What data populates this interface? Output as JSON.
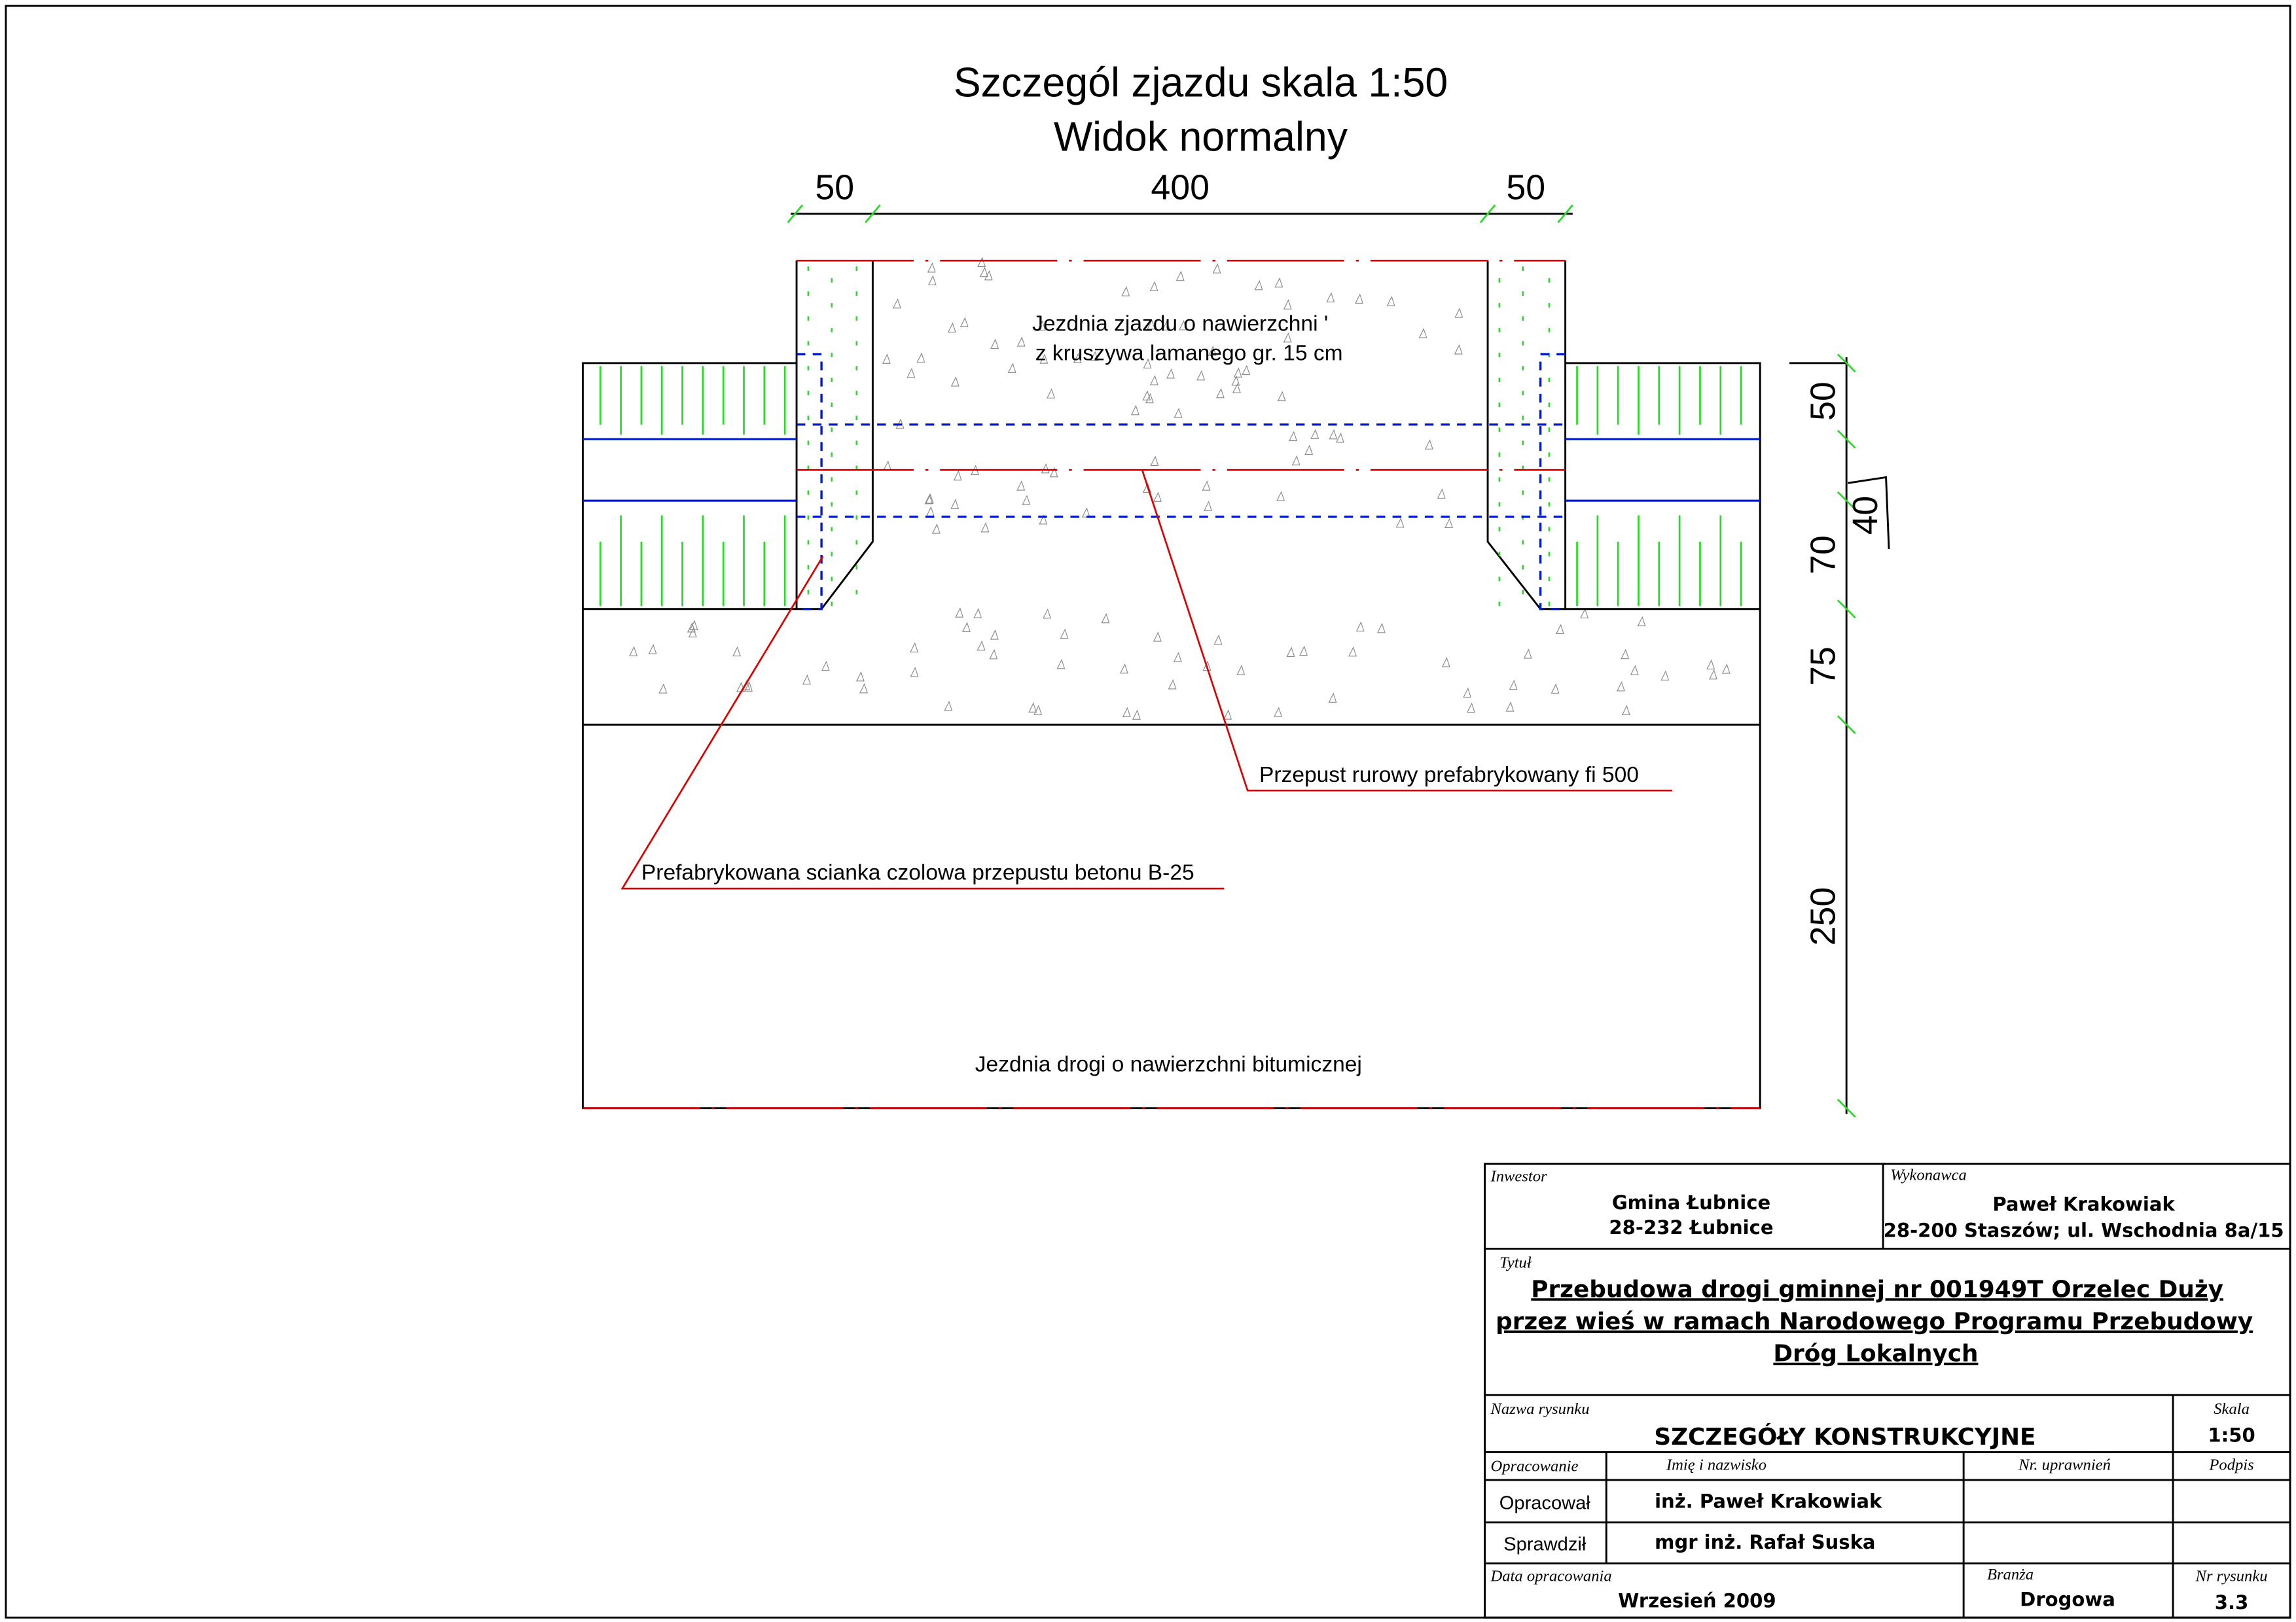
{
  "drawing": {
    "title_line1": "Szczegól zjazdu skala 1:50",
    "title_line2": "Widok normalny",
    "dims_top": [
      "50",
      "400",
      "50"
    ],
    "dims_right": [
      "50",
      "40",
      "70",
      "75",
      "250"
    ],
    "label_driveway_1": "Jezdnia zjazdu o nawierzchni '",
    "label_driveway_2": "z kruszywa lamanego gr. 15 cm",
    "label_culvert": "Przepust rurowy prefabrykowany  fi 500",
    "label_headwall": "Prefabrykowana scianka czolowa przepustu betonu B-25",
    "label_road": "Jezdnia drogi o nawierzchni bitumicznej",
    "colors": {
      "axis_line": "#dd0000",
      "culvert": "#0018c8",
      "hatch": "#22dd22"
    }
  },
  "title_block": {
    "investor_label": "Inwestor",
    "investor_name": "Gmina Łubnice",
    "investor_address": "28-232 Łubnice",
    "contractor_label": "Wykonawca",
    "contractor_name": "Paweł Krakowiak",
    "contractor_address": "28-200 Staszów; ul. Wschodnia 8a/15",
    "title_label": "Tytuł",
    "title_lines": [
      "Przebudowa drogi gminnej nr 001949T Orzelec Duży",
      "przez wieś w ramach Narodowego Programu Przebudowy",
      "Dróg Lokalnych"
    ],
    "drawing_name_label": "Nazwa rysunku",
    "drawing_name": "SZCZEGÓŁY KONSTRUKCYJNE",
    "scale_label": "Skala",
    "scale": "1:50",
    "col_prepared": "Opracowanie",
    "col_name": "Imię i nazwisko",
    "col_license": "Nr. uprawnień",
    "col_signature": "Podpis",
    "rows": [
      {
        "role": "Opracował",
        "name": "inż. Paweł Krakowiak"
      },
      {
        "role": "Sprawdził",
        "name": "mgr inż. Rafał Suska"
      }
    ],
    "date_label": "Data opracowania",
    "date": "Wrzesień 2009",
    "branch_label": "Branża",
    "branch": "Drogowa",
    "number_label": "Nr rysunku",
    "number": "3.3"
  }
}
